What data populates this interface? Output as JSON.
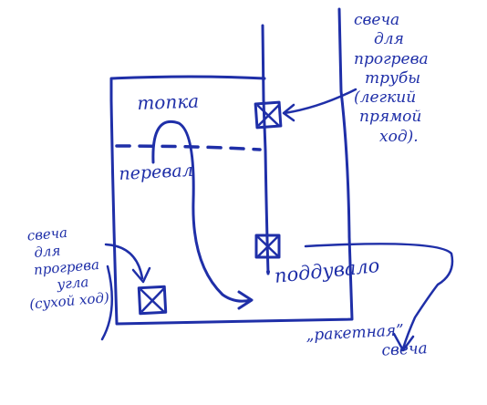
{
  "diagram": {
    "zones": {
      "top": "топка",
      "middle": "перевал",
      "bottom": "поддувало"
    },
    "notes": {
      "right": [
        "свеча",
        "для",
        "прогрева",
        "трубы",
        "(легкий",
        "прямой",
        "ход)."
      ],
      "left": [
        "свеча",
        "для",
        "прогрева",
        "угла",
        "(сухой ход)"
      ],
      "rocket": [
        "„ракетная”",
        "свеча"
      ]
    },
    "ink_color": "#1f2fa8"
  }
}
